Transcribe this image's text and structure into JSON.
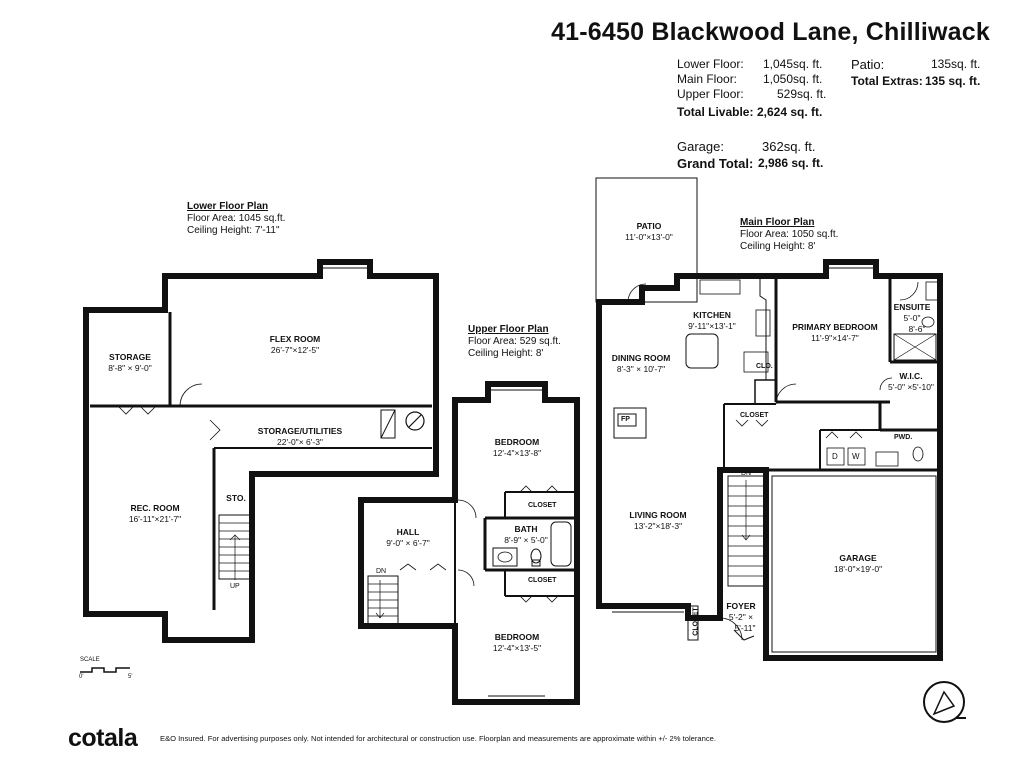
{
  "header": {
    "address": "41-6450 Blackwood Lane, Chilliwack"
  },
  "areas": {
    "lower_label": "Lower Floor:",
    "lower_value": "1,045sq. ft.",
    "main_label": "Main Floor:",
    "main_value": "1,050sq. ft.",
    "upper_label": "Upper Floor:",
    "upper_value": "529sq. ft.",
    "livable_label": "Total Livable:",
    "livable_value": "2,624 sq. ft.",
    "garage_label": "Garage:",
    "garage_value": "362sq. ft.",
    "grand_label": "Grand Total:",
    "grand_value": "2,986 sq. ft.",
    "patio_label": "Patio:",
    "patio_value": "135sq. ft.",
    "extras_label": "Total Extras:",
    "extras_value": "135 sq. ft."
  },
  "lower_plan": {
    "heading": "Lower Floor Plan",
    "floor_area": "Floor Area: 1045 sq.ft.",
    "ceiling": "Ceiling Height: 7'-11\"",
    "rooms": {
      "storage": {
        "name": "STORAGE",
        "dims": "8'-8\" × 9'-0\""
      },
      "flex": {
        "name": "FLEX ROOM",
        "dims": "26'-7\"×12'-5\""
      },
      "utilities": {
        "name": "STORAGE/UTILITIES",
        "dims": "22'-0\"× 6'-3\""
      },
      "rec": {
        "name": "REC. ROOM",
        "dims": "16'-11\"×21'-7\""
      },
      "sto": {
        "name": "STO."
      },
      "up": "UP"
    }
  },
  "upper_plan": {
    "heading": "Upper Floor Plan",
    "floor_area": "Floor Area: 529 sq.ft.",
    "ceiling": "Ceiling Height: 8'",
    "rooms": {
      "bed1": {
        "name": "BEDROOM",
        "dims": "12'-4\"×13'-8\""
      },
      "closet1": "CLOSET",
      "bath": {
        "name": "BATH",
        "dims": "8'-9\" × 5'-0\""
      },
      "hall": {
        "name": "HALL",
        "dims": "9'-0\" × 6'-7\""
      },
      "closet2": "CLOSET",
      "bed2": {
        "name": "BEDROOM",
        "dims": "12'-4\"×13'-5\""
      },
      "dn": "DN"
    }
  },
  "main_plan": {
    "heading": "Main Floor Plan",
    "floor_area": "Floor Area: 1050 sq.ft.",
    "ceiling": "Ceiling Height: 8'",
    "rooms": {
      "patio": {
        "name": "PATIO",
        "dims": "11'-0\"×13'-0\""
      },
      "kitchen": {
        "name": "KITCHEN",
        "dims": "9'-11\"×13'-1\""
      },
      "dining": {
        "name": "DINING ROOM",
        "dims": "8'-3\" × 10'-7\""
      },
      "primary": {
        "name": "PRIMARY BEDROOM",
        "dims": "11'-9\"×14'-7\""
      },
      "ensuite": {
        "name": "ENSUITE",
        "dims1": "5'-0\"",
        "dims2": "8'-6\""
      },
      "wic": {
        "name": "W.I.C.",
        "dims": "5'-0\" ×5'-10\""
      },
      "clo": "CLO.",
      "closet": "CLOSET",
      "fp": "FP",
      "pwd": "PWD.",
      "d": "D",
      "w": "W",
      "living": {
        "name": "LIVING ROOM",
        "dims": "13'-2\"×18'-3\""
      },
      "garage": {
        "name": "GARAGE",
        "dims": "18'-0\"×19'-0\""
      },
      "foyer": {
        "name": "FOYER",
        "dims1": "5'-2\" ×",
        "dims2": "5'-11\""
      },
      "closet_v": "CLOSET",
      "dn": "DN"
    }
  },
  "scale": {
    "label": "SCALE",
    "start": "0'",
    "end": "5'"
  },
  "footer": {
    "logo": "cotala",
    "disclaimer": "E&O Insured. For advertising purposes only. Not intended for architectural or construction use. Floorplan and measurements are approximate within +/- 2% tolerance."
  }
}
